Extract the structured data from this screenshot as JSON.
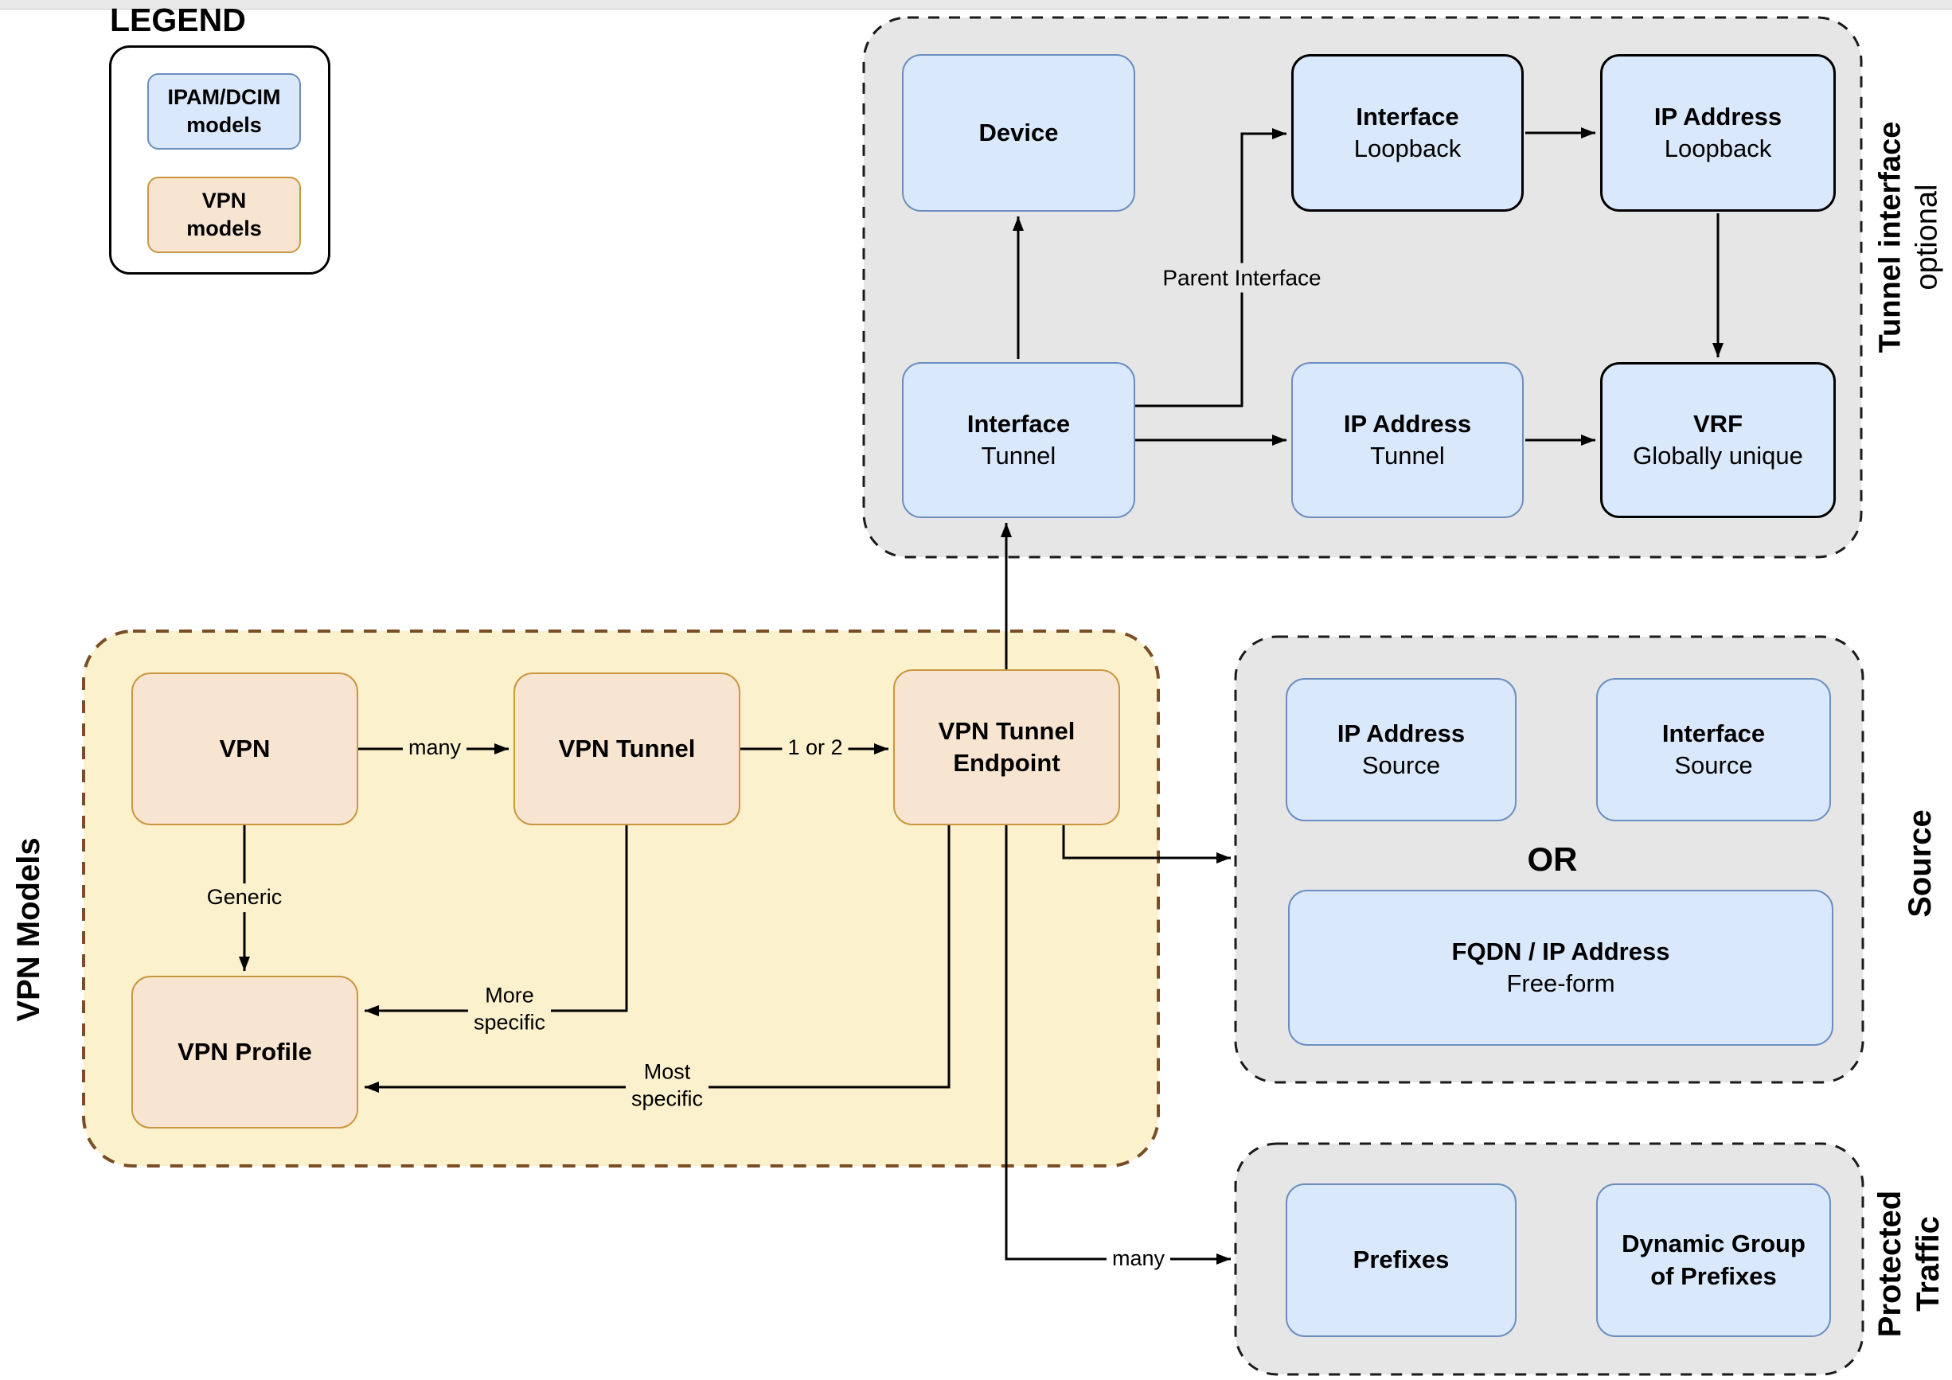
{
  "legend": {
    "title": "LEGEND",
    "ipam": {
      "line1": "IPAM/DCIM",
      "line2": "models"
    },
    "vpn": {
      "line1": "VPN",
      "line2": "models"
    }
  },
  "groups": {
    "tunnel_interface": {
      "label_bold": "Tunnel interface",
      "label_regular": "optional"
    },
    "vpn_models": {
      "label": "VPN Models"
    },
    "source": {
      "label": "Source",
      "or_label": "OR"
    },
    "protected_traffic": {
      "line1": "Protected",
      "line2": "Traffic"
    }
  },
  "nodes": {
    "device": {
      "line1": "Device"
    },
    "interface_loopback": {
      "line1": "Interface",
      "line2": "Loopback"
    },
    "ip_address_loopback": {
      "line1": "IP Address",
      "line2": "Loopback"
    },
    "interface_tunnel": {
      "line1": "Interface",
      "line2": "Tunnel"
    },
    "ip_address_tunnel": {
      "line1": "IP Address",
      "line2": "Tunnel"
    },
    "vrf": {
      "line1": "VRF",
      "line2": "Globally unique"
    },
    "vpn": {
      "line1": "VPN"
    },
    "vpn_tunnel": {
      "line1": "VPN Tunnel"
    },
    "vpn_tunnel_endpoint": {
      "line1": "VPN Tunnel",
      "line2": "Endpoint"
    },
    "vpn_profile": {
      "line1": "VPN Profile"
    },
    "ip_address_source": {
      "line1": "IP Address",
      "line2": "Source"
    },
    "interface_source": {
      "line1": "Interface",
      "line2": "Source"
    },
    "fqdn_free_form": {
      "line1": "FQDN / IP Address",
      "line2": "Free-form"
    },
    "prefixes": {
      "line1": "Prefixes"
    },
    "dynamic_group": {
      "line1": "Dynamic Group",
      "line2": "of Prefixes"
    }
  },
  "edge_labels": {
    "parent_interface": "Parent Interface",
    "many_tunnels": "many",
    "one_or_two": "1 or 2",
    "generic": "Generic",
    "more_specific_1": "More",
    "more_specific_2": "specific",
    "most_specific_1": "Most",
    "most_specific_2": "specific",
    "many_prefixes": "many"
  },
  "colors": {
    "ipam_fill": "#dae8fc",
    "ipam_stroke": "#6c8ebf",
    "vpn_fill": "#f8e5d1",
    "vpn_stroke": "#c9973f",
    "vpn_group_fill": "#fcf1cd",
    "vpn_group_stroke": "#7a4e24",
    "gray_group_fill": "#e6e6e6",
    "gray_group_stroke": "#1a1a1a",
    "black_stroke": "#000000"
  }
}
